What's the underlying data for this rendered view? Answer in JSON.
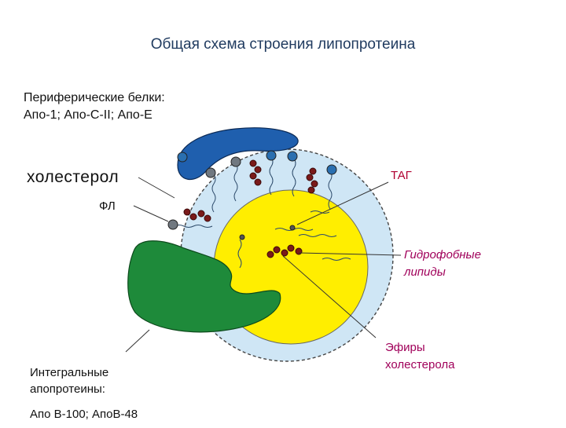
{
  "title": "Общая схема строения липопротеина",
  "labels": {
    "peripheral_line1": "Периферические белки:",
    "peripheral_line2": "Апо-1; Апо-С-II; Апо-Е",
    "cholesterol": "холестерол",
    "phospholipids": "ФЛ",
    "tag": "ТАГ",
    "hydrophobic_line1": "Гидрофобные",
    "hydrophobic_line2": "липиды",
    "esters_line1": "Эфиры",
    "esters_line2": "холестерола",
    "integral_line1": "Интегральные",
    "integral_line2": "апопротеины:",
    "apo_b": "Апо В-100; АпоВ-48"
  },
  "colors": {
    "shell": "#cfe6f5",
    "core": "#ffee00",
    "peripheral_protein": "#1f5fae",
    "integral_protein": "#1e8a3a",
    "cholesterol": "#7a1a1a",
    "phospholipid_head_blue": "#2a6fb0",
    "phospholipid_head_gray": "#707880",
    "title_color": "#1f3a5f",
    "accent_label": "#a0005a"
  }
}
